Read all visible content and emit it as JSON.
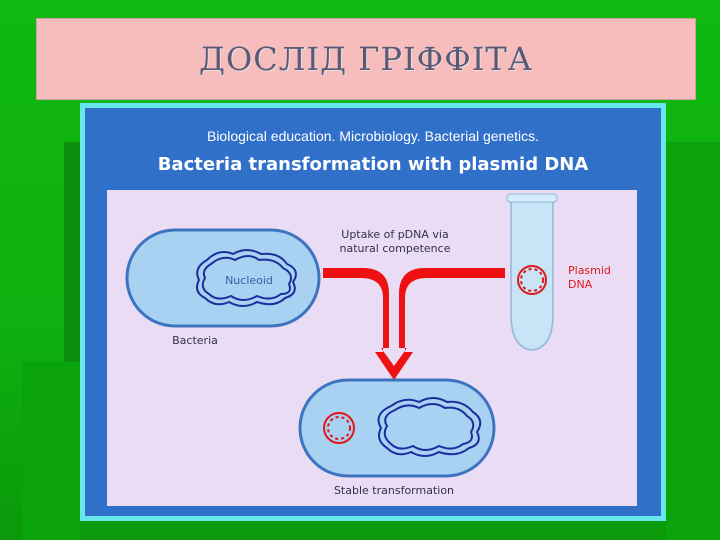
{
  "slide": {
    "title": "ДОСЛІД ГРІФФІТА",
    "subtitle": "Biological education.  Microbiology.  Bacterial genetics.",
    "heading": "Bacteria transformation with plasmid DNA"
  },
  "diagram": {
    "uptake_line1": "Uptake of pDNA via",
    "uptake_line2": "natural competence",
    "nucleoid_label": "Nucleoid",
    "bacteria_label": "Bacteria",
    "plasmid_line1": "Plasmid",
    "plasmid_line2": "DNA",
    "stable_label": "Stable transformation"
  },
  "colors": {
    "background_green": "#10b810",
    "title_box": "#f7bcbc",
    "slide_border": "#67e6ee",
    "slide_blue": "#3170c9",
    "panel": "#eadcf4",
    "cell_fill": "#a9d2f2",
    "cell_stroke": "#3d74c0",
    "dna_blue": "#1a2f9e",
    "plasmid_red": "#e01818",
    "arrow_red": "#ee1111"
  }
}
